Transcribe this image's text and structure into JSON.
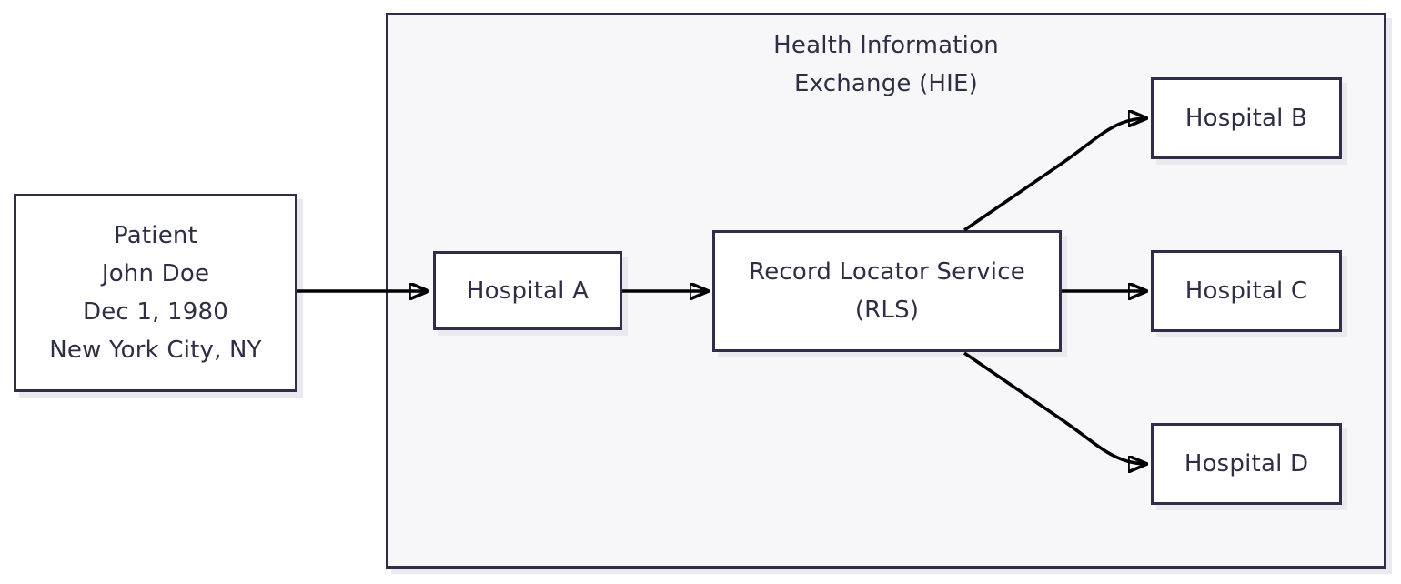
{
  "diagram": {
    "container": {
      "title_line1": "Health Information",
      "title_line2": "Exchange (HIE)"
    },
    "patient": {
      "lines": [
        "Patient",
        "John Doe",
        "Dec 1, 1980",
        "New York City, NY"
      ]
    },
    "nodes": {
      "hospital_a": "Hospital A",
      "rls_line1": "Record Locator Service",
      "rls_line2": "(RLS)",
      "hospital_b": "Hospital B",
      "hospital_c": "Hospital C",
      "hospital_d": "Hospital D"
    },
    "edges": [
      {
        "from": "patient",
        "to": "hospital_a"
      },
      {
        "from": "hospital_a",
        "to": "rls"
      },
      {
        "from": "rls",
        "to": "hospital_b"
      },
      {
        "from": "rls",
        "to": "hospital_c"
      },
      {
        "from": "rls",
        "to": "hospital_d"
      }
    ],
    "colors": {
      "border": "#2e2e48",
      "text": "#2e2e45",
      "container_bg": "#f7f7fa",
      "box_bg": "#ffffff",
      "arrow": "#000000",
      "shadow": "#e9e9ef"
    }
  }
}
